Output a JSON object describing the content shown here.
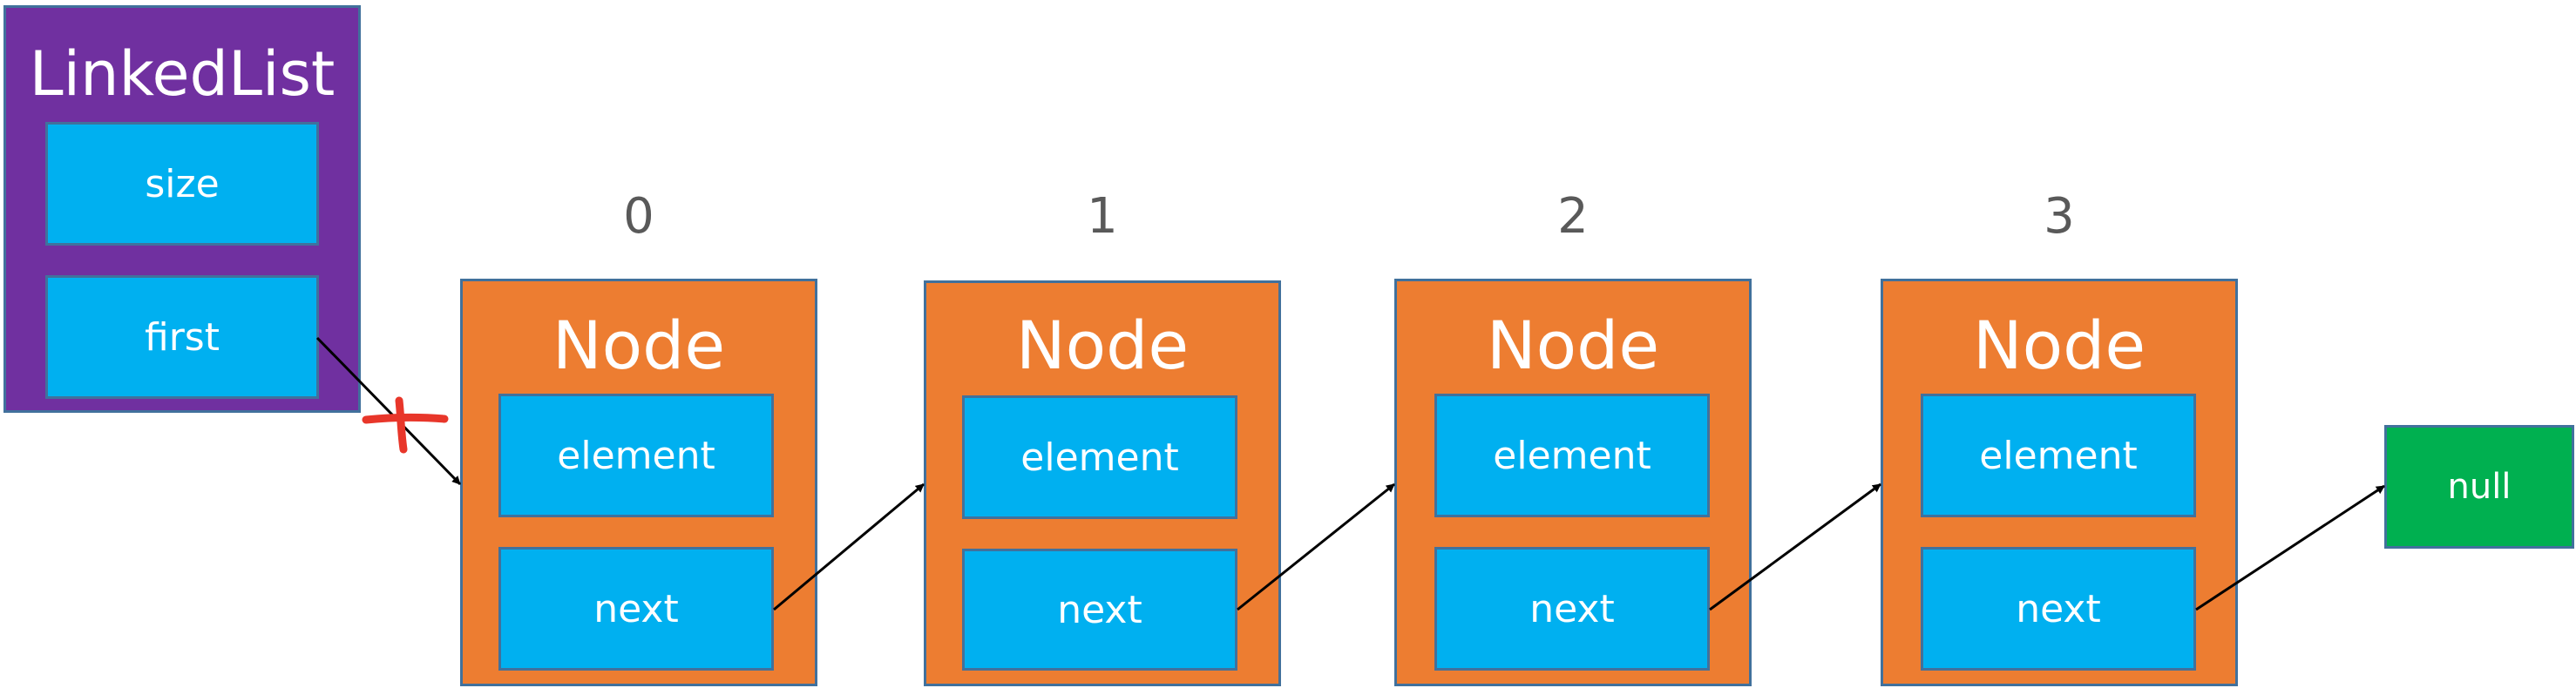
{
  "linkedlist": {
    "title": "LinkedList",
    "fields": [
      "size",
      "first"
    ]
  },
  "nodes": [
    {
      "index": "0",
      "title": "Node",
      "element": "element",
      "next": "next"
    },
    {
      "index": "1",
      "title": "Node",
      "element": "element",
      "next": "next"
    },
    {
      "index": "2",
      "title": "Node",
      "element": "element",
      "next": "next"
    },
    {
      "index": "3",
      "title": "Node",
      "element": "element",
      "next": "next"
    }
  ],
  "null_label": "null",
  "colors": {
    "linkedlist": "#7030a0",
    "field": "#00b0f0",
    "node": "#ed7d31",
    "null": "#00b050",
    "border": "#41719c",
    "remove_mark": "#e8362a"
  }
}
